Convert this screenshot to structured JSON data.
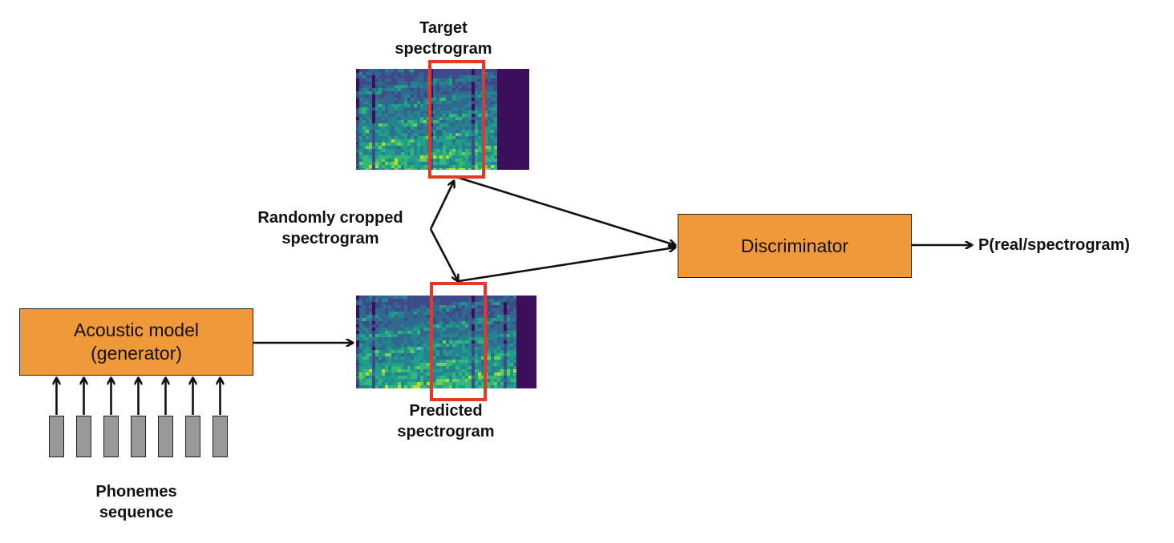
{
  "boxes": {
    "acoustic_model": {
      "line1": "Acoustic model",
      "line2": "(generator)"
    },
    "discriminator": {
      "label": "Discriminator"
    }
  },
  "labels": {
    "target": {
      "line1": "Target",
      "line2": "spectrogram"
    },
    "predicted": {
      "line1": "Predicted",
      "line2": "spectrogram"
    },
    "random_crop": {
      "line1": "Randomly cropped",
      "line2": "spectrogram"
    },
    "phonemes": {
      "line1": "Phonemes",
      "line2": "sequence"
    },
    "output": "P(real/spectrogram)"
  },
  "colors": {
    "box_fill": "#f0993a",
    "crop_outline": "#e03a2a",
    "phoneme_fill": "#999999",
    "arrow": "#111111",
    "spectrogram_bg": "#3b0f5a"
  },
  "phoneme_token_count": 7
}
